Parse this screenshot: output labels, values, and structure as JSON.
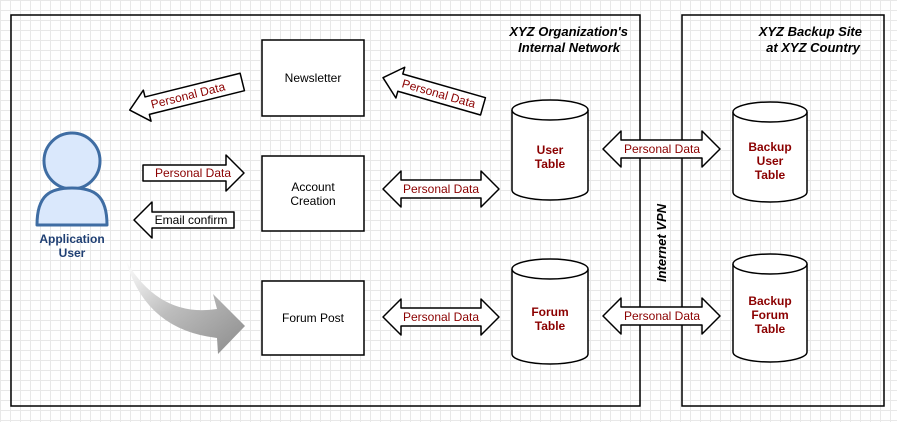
{
  "zones": {
    "internal": {
      "title_line1": "XYZ Organization's",
      "title_line2": "Internal Network"
    },
    "backup": {
      "title_line1": "XYZ Backup Site",
      "title_line2": "at XYZ Country"
    }
  },
  "vpn_label": "Internet VPN",
  "actor": {
    "line1": "Application",
    "line2": "User"
  },
  "processes": {
    "newsletter": "Newsletter",
    "account_line1": "Account",
    "account_line2": "Creation",
    "forum_post": "Forum Post"
  },
  "databases": {
    "user_table": {
      "line1": "User",
      "line2": "Table"
    },
    "forum_table": {
      "line1": "Forum",
      "line2": "Table"
    },
    "backup_user": {
      "line1": "Backup",
      "line2": "User",
      "line3": "Table"
    },
    "backup_forum": {
      "line1": "Backup",
      "line2": "Forum",
      "line3": "Table"
    }
  },
  "flows": {
    "newsletter_to_user": "Personal Data",
    "table_to_newsletter": "Personal Data",
    "user_to_account": "Personal Data",
    "account_to_user": "Email confirm",
    "account_table": "Personal Data",
    "forum_table": "Personal Data",
    "vpn_user": "Personal Data",
    "vpn_forum": "Personal Data"
  },
  "colors": {
    "label_red": "#8b0000",
    "actor_fill": "#dae8fc",
    "actor_stroke": "#3f6da3",
    "actor_text": "#1f3f73",
    "curved_arrow": "#999999"
  }
}
